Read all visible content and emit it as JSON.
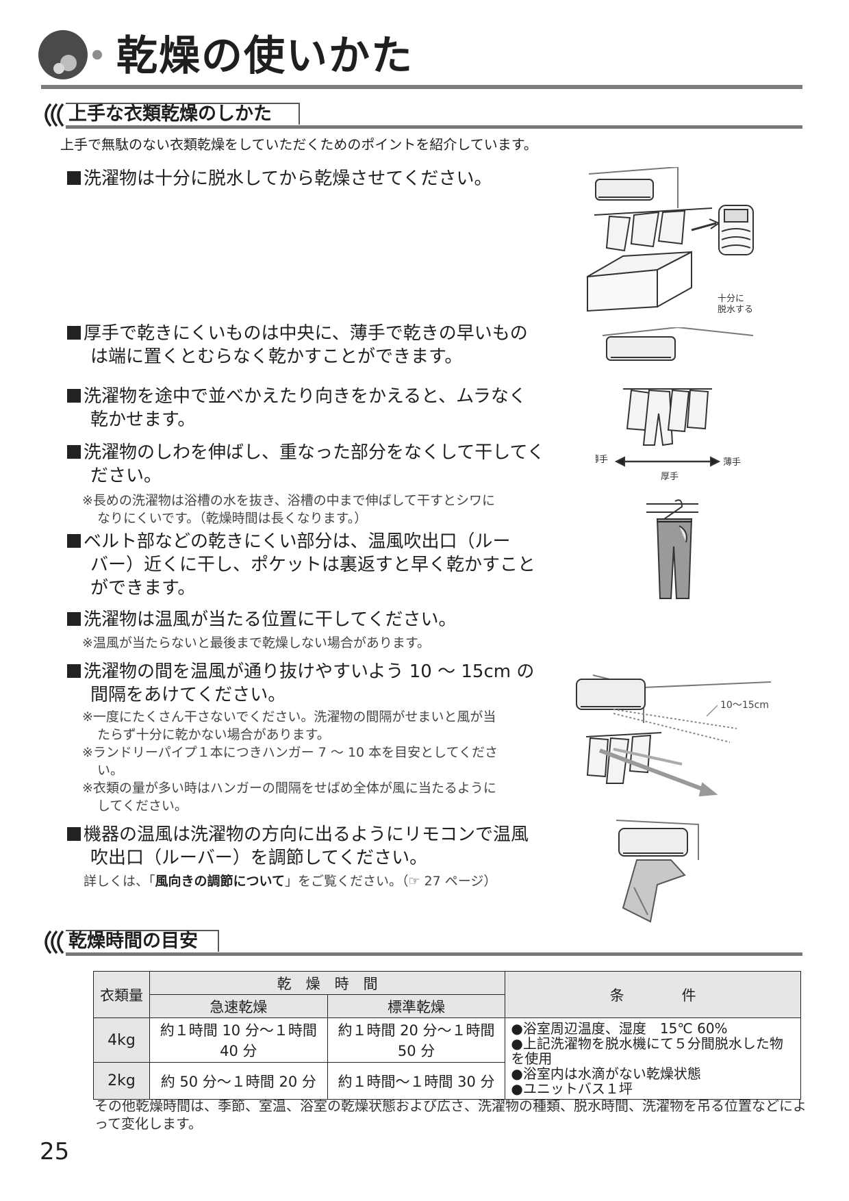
{
  "header": {
    "title": "乾燥の使いかた"
  },
  "section1": {
    "heading": "上手な衣類乾燥のしかた",
    "intro": "上手で無駄のない衣類乾燥をしていただくためのポイントを紹介しています。",
    "bullets": [
      {
        "lines": [
          "洗濯物は十分に脱水してから乾燥させてください。"
        ]
      },
      {
        "lines": [
          "厚手で乾きにくいものは中央に、薄手で乾きの早いもの",
          "は端に置くとむらなく乾かすことができます。"
        ]
      },
      {
        "lines": [
          "洗濯物を途中で並べかえたり向きをかえると、ムラなく",
          "乾かせます。"
        ]
      },
      {
        "lines": [
          "洗濯物のしわを伸ばし、重なった部分をなくして干してく",
          "ださい。"
        ],
        "notes": [
          [
            "※長めの洗濯物は浴槽の水を抜き、浴槽の中まで伸ばして干すとシワに",
            "なりにくいです。（乾燥時間は長くなります。）"
          ]
        ]
      },
      {
        "lines": [
          "ベルト部などの乾きにくい部分は、温風吹出口（ルー",
          "バー）近くに干し、ポケットは裏返すと早く乾かすこと",
          "ができます。"
        ]
      },
      {
        "lines": [
          "洗濯物は温風が当たる位置に干してください。"
        ],
        "notes": [
          [
            "※温風が当たらないと最後まで乾燥しない場合があります。"
          ]
        ]
      },
      {
        "lines": [
          "洗濯物の間を温風が通り抜けやすいよう 10 ～ 15cm の",
          "間隔をあけてください。"
        ],
        "notes": [
          [
            "※一度にたくさん干さないでください。洗濯物の間隔がせまいと風が当",
            "たらず十分に乾かない場合があります。"
          ],
          [
            "※ランドリーパイプ１本につきハンガー 7 ～ 10 本を目安としてくださ",
            "い。"
          ],
          [
            "※衣類の量が多い時はハンガーの間隔をせばめ全体が風に当たるように",
            "してください。"
          ]
        ]
      },
      {
        "lines": [
          "機器の温風は洗濯物の方向に出るようにリモコンで温風",
          "吹出口（ルーバー）を調節してください。"
        ],
        "ref_before": "詳しくは、「",
        "ref_bold": "風向きの調節について",
        "ref_after": "」をご覧ください。（☞ 27 ページ）"
      }
    ],
    "figure_labels": {
      "spin": [
        "十分に",
        "脱水する"
      ],
      "thin_left": "薄手",
      "thin_right": "薄手",
      "thick": "厚手",
      "gap": "10〜15cm"
    }
  },
  "section2": {
    "heading": "乾燥時間の目安",
    "table": {
      "col_amount": "衣類量",
      "col_time": "乾　燥　時　間",
      "col_rapid": "急速乾燥",
      "col_standard": "標準乾燥",
      "col_cond": "条　　　　件",
      "rows": [
        {
          "amount": "4kg",
          "rapid": "約１時間 10 分～１時間 40 分",
          "standard": "約１時間 20 分～１時間 50 分"
        },
        {
          "amount": "2kg",
          "rapid": "約 50 分～１時間 20 分",
          "standard": "約１時間～１時間 30 分"
        }
      ],
      "conditions": [
        "●浴室周辺温度、湿度　15℃ 60%",
        "●上記洗濯物を脱水機にて５分間脱水した物を使用",
        "●浴室内は水滴がない乾燥状態",
        "●ユニットバス１坪"
      ]
    },
    "footnote": "その他乾燥時間は、季節、室温、浴室の乾燥状態および広さ、洗濯物の種類、脱水時間、洗濯物を吊る位置などによって変化します。"
  },
  "page_number": "25"
}
